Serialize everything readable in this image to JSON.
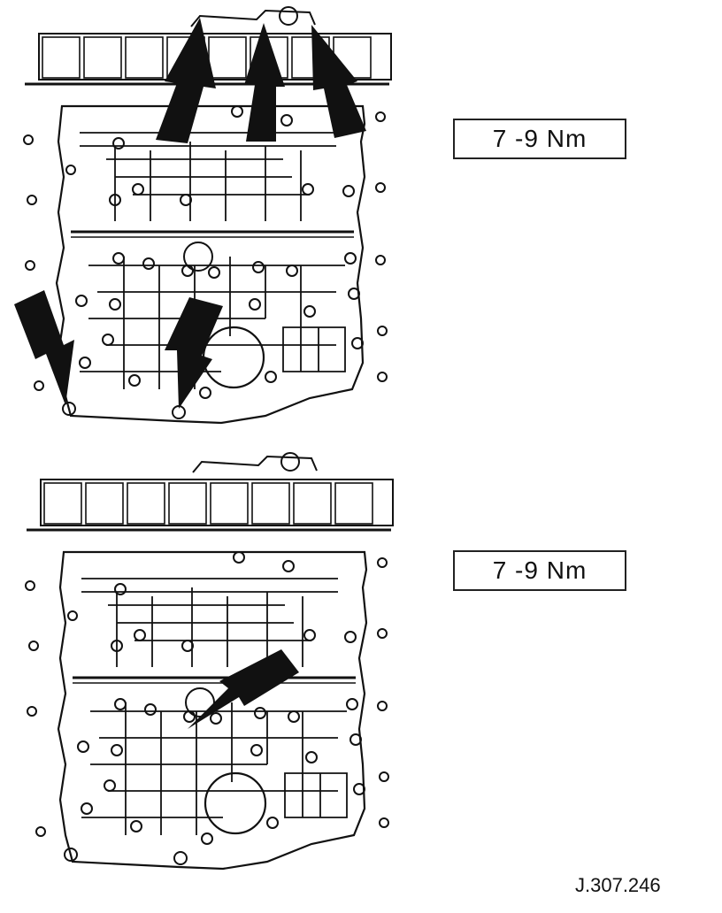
{
  "figure": {
    "top_torque_label": "7 -9 Nm",
    "bottom_torque_label": "7 -9 Nm",
    "reference_code": "J.307.246"
  },
  "colors": {
    "ink": "#111111",
    "background": "#ffffff"
  }
}
